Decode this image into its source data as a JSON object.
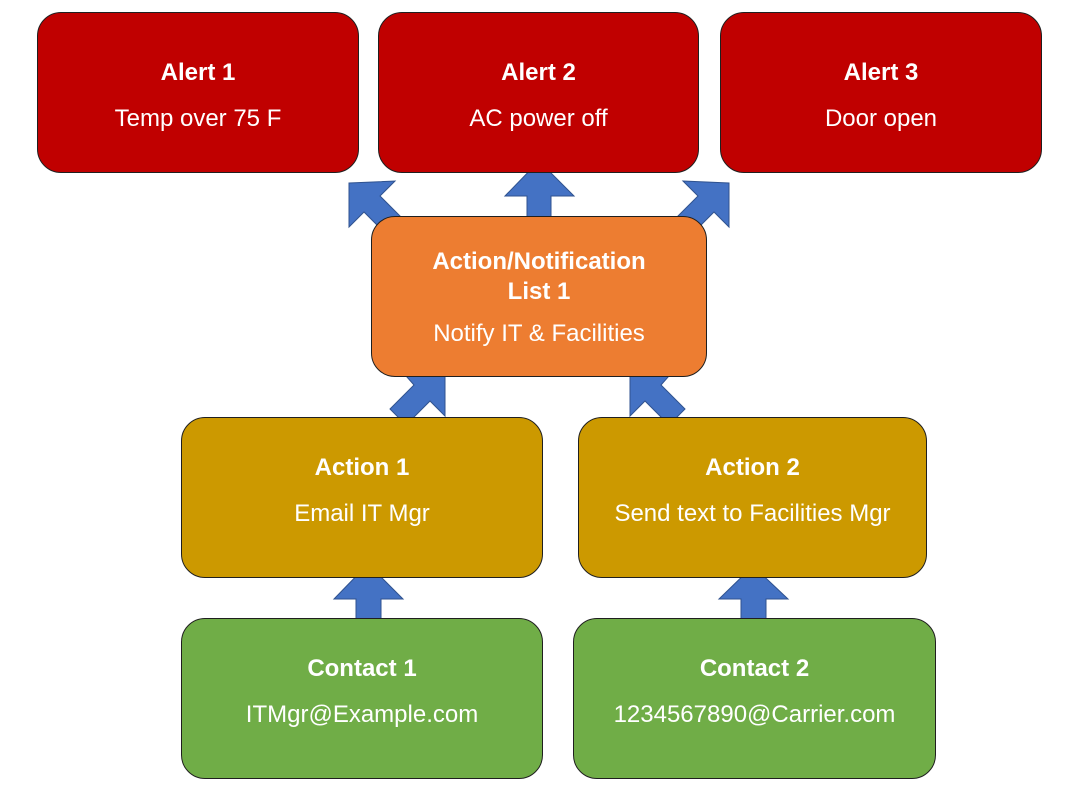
{
  "diagram": {
    "arrow_color": "#4472c4",
    "alerts": [
      {
        "title": "Alert 1",
        "text": "Temp over 75 F"
      },
      {
        "title": "Alert 2",
        "text": "AC power off"
      },
      {
        "title": "Alert 3",
        "text": "Door open"
      }
    ],
    "list": {
      "title_line1": "Action/Notification",
      "title_line2": "List 1",
      "text": "Notify IT & Facilities"
    },
    "actions": [
      {
        "title": "Action 1",
        "text": "Email IT Mgr"
      },
      {
        "title": "Action 2",
        "text": "Send text to Facilities Mgr"
      }
    ],
    "contacts": [
      {
        "title": "Contact 1",
        "text": "ITMgr@Example.com"
      },
      {
        "title": "Contact 2",
        "text": "1234567890@Carrier.com"
      }
    ],
    "colors": {
      "alert": "#c00000",
      "list": "#ed7d31",
      "action": "#cc9900",
      "contact": "#70ad47"
    }
  }
}
